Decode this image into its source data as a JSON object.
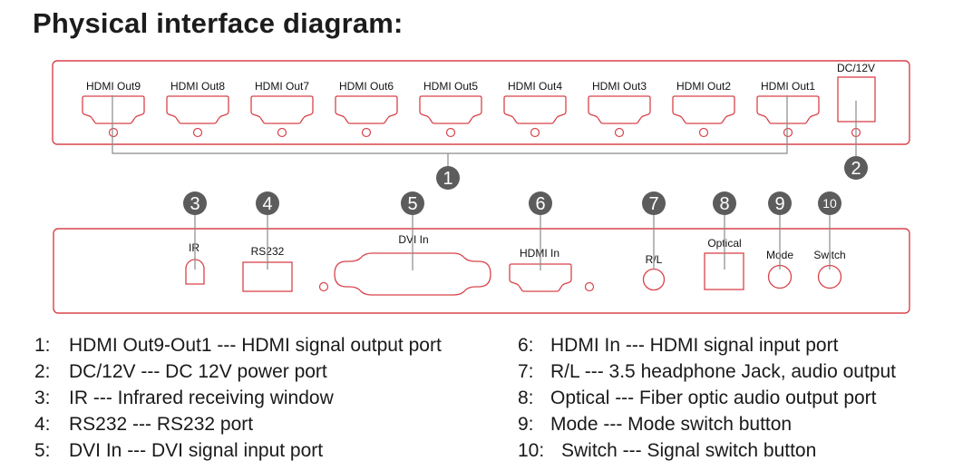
{
  "title": "Physical interface diagram:",
  "colors": {
    "panel_outline": "#d8434a",
    "badge_fill": "#5c5c5c",
    "leader_line": "#8a8a8a",
    "text": "#1a1a1a"
  },
  "front_panel": {
    "hdmi_outputs": [
      {
        "label": "HDMI Out9"
      },
      {
        "label": "HDMI Out8"
      },
      {
        "label": "HDMI Out7"
      },
      {
        "label": "HDMI Out6"
      },
      {
        "label": "HDMI Out5"
      },
      {
        "label": "HDMI Out4"
      },
      {
        "label": "HDMI Out3"
      },
      {
        "label": "HDMI Out2"
      },
      {
        "label": "HDMI Out1"
      }
    ],
    "power": {
      "label": "DC/12V"
    }
  },
  "rear_panel": {
    "ir": {
      "label": "IR"
    },
    "rs232": {
      "label": "RS232"
    },
    "dvi_in": {
      "label": "DVI In"
    },
    "hdmi_in": {
      "label": "HDMI In"
    },
    "rl": {
      "label": "R/L"
    },
    "optical": {
      "label": "Optical"
    },
    "mode": {
      "label": "Mode"
    },
    "switch": {
      "label": "Switch"
    }
  },
  "badges": [
    "1",
    "2",
    "3",
    "4",
    "5",
    "6",
    "7",
    "8",
    "9",
    "10"
  ],
  "legend": [
    {
      "num": "1:",
      "text": "HDMI Out9-Out1 --- HDMI signal output port"
    },
    {
      "num": "2:",
      "text": "DC/12V --- DC 12V power port"
    },
    {
      "num": "3:",
      "text": "IR --- Infrared receiving window"
    },
    {
      "num": "4:",
      "text": "RS232 --- RS232 port"
    },
    {
      "num": "5:",
      "text": "DVI In --- DVI signal input port"
    },
    {
      "num": "6:",
      "text": "HDMI In --- HDMI signal input port"
    },
    {
      "num": "7:",
      "text": "R/L --- 3.5 headphone Jack, audio output"
    },
    {
      "num": "8:",
      "text": "Optical --- Fiber optic audio output port"
    },
    {
      "num": "9:",
      "text": "Mode --- Mode switch button"
    },
    {
      "num": "10:",
      "text": "Switch --- Signal switch button"
    }
  ]
}
